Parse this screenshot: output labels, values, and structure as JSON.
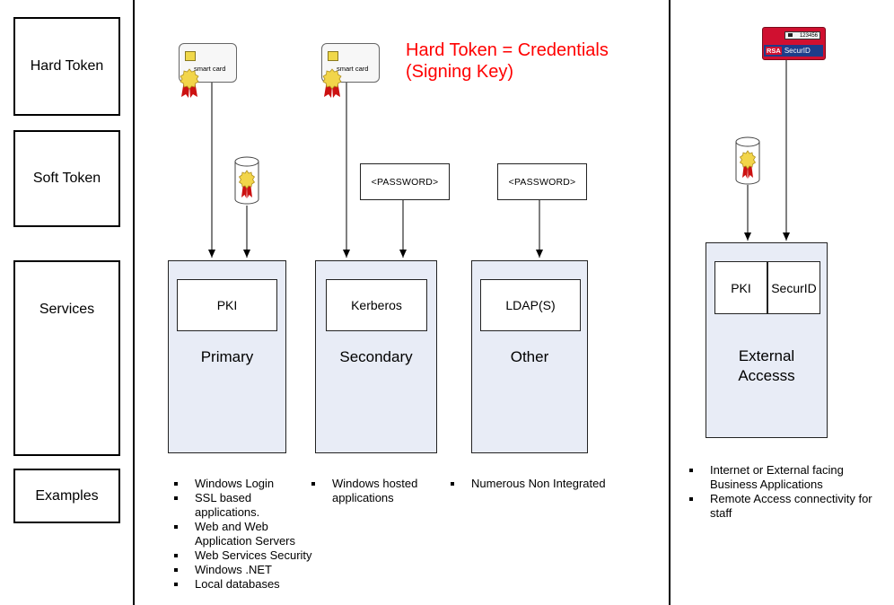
{
  "rows": {
    "hard_token": "Hard Token",
    "soft_token": "Soft Token",
    "services": "Services",
    "examples": "Examples"
  },
  "headline": {
    "line1": "Hard Token = Credentials",
    "line2": "(Signing Key)"
  },
  "smart_card_label": "smart card",
  "password_label": "<PASSWORD>",
  "securid_token": {
    "brand": "RSA",
    "product": "SecurID",
    "code": "123456"
  },
  "services": {
    "primary": {
      "inner": "PKI",
      "label": "Primary"
    },
    "secondary": {
      "inner": "Kerberos",
      "label": "Secondary"
    },
    "other": {
      "inner": "LDAP(S)",
      "label": "Other"
    },
    "external": {
      "inner_left": "PKI",
      "inner_right": "SecurID",
      "label_line1": "External",
      "label_line2": "Accesss"
    }
  },
  "examples": {
    "primary": [
      "Windows Login",
      "SSL based applications.",
      "Web and Web Application Servers",
      "Web Services Security",
      "Windows .NET",
      "Local databases"
    ],
    "secondary": [
      "Windows hosted applications"
    ],
    "other": [
      "Numerous Non Integrated"
    ],
    "external": [
      "Internet or External facing Business Applications",
      "Remote Access connectivity for staff"
    ]
  },
  "colors": {
    "headline": "#ff0000",
    "service_fill": "#e8ecf6",
    "ribbon": "#cc1111",
    "seal": "#f2d54a",
    "securid_red": "#d01030",
    "securid_blue": "#1d3d8a"
  }
}
